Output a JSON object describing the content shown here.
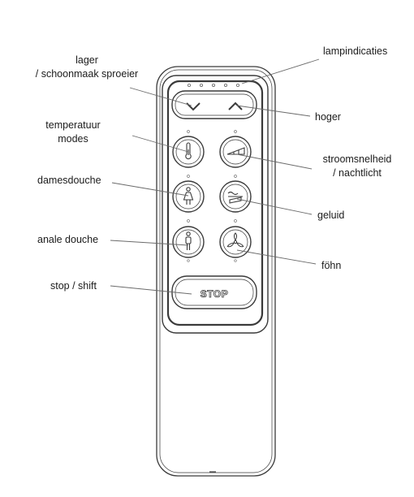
{
  "labels": {
    "lamp_indicators": "lampindicaties",
    "lower": {
      "line1": "lager",
      "line2": "/ schoonmaak sproeier"
    },
    "higher": "hoger",
    "temperature": {
      "line1": "temperatuur",
      "line2": "modes"
    },
    "flow": {
      "line1": "stroomsnelheid",
      "line2": "/ nachtlicht"
    },
    "lady_wash": "damesdouche",
    "sound": "geluid",
    "rear_wash": "anale douche",
    "dryer": "föhn",
    "stop_shift": "stop / shift"
  },
  "remote": {
    "stop_button_text": "STOP",
    "indicator_lamp_count": 5,
    "icons": {
      "lower": "chevron-down-icon",
      "higher": "chevron-up-icon",
      "temperature": "thermometer-icon",
      "flow": "flow-wedge-icon",
      "lady_wash": "female-figure-icon",
      "sound": "sound-wave-icon",
      "rear_wash": "male-figure-icon",
      "dryer": "fan-icon"
    }
  },
  "colors": {
    "line": "#3a3a3a",
    "leader": "#6a6a6a",
    "text": "#1b1b1b"
  }
}
